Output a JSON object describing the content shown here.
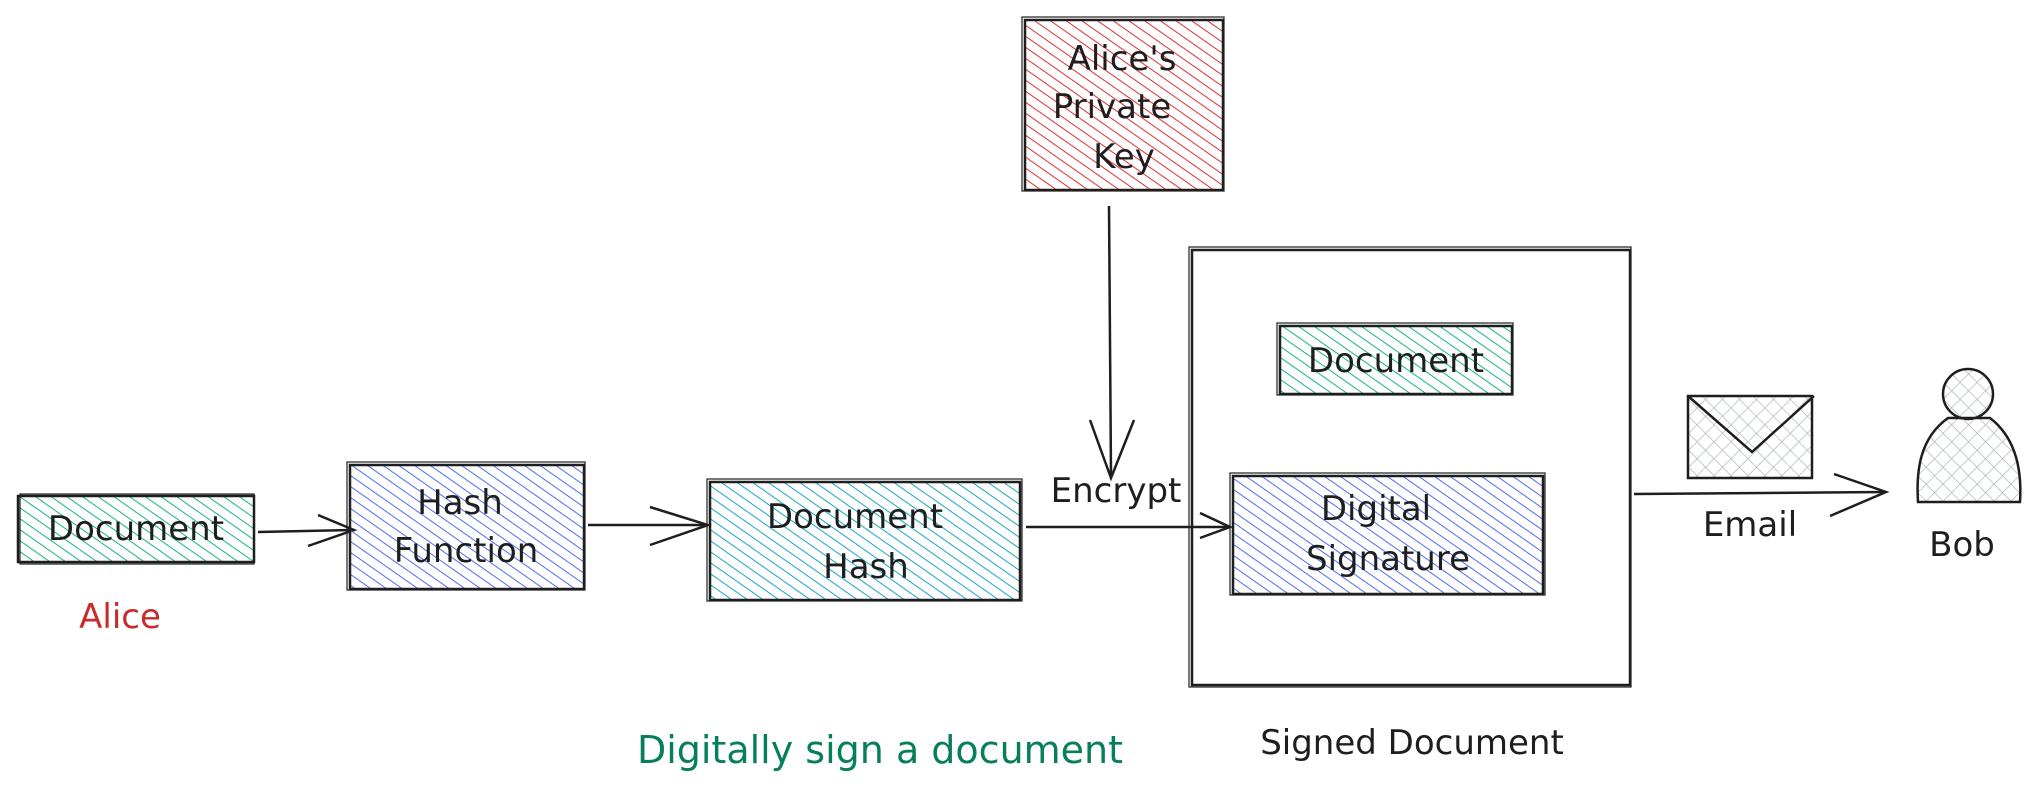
{
  "colors": {
    "ink": "#1e1e1e",
    "green_fill": "#12b886",
    "teal_fill": "#15aabf",
    "blue_fill": "#4c6ef5",
    "red_fill": "#e03131",
    "gray_fill": "#868e96",
    "alice_text": "#c92a2a",
    "caption_text": "#087f5b"
  },
  "icons": {
    "envelope": "envelope-icon",
    "person": "person-icon"
  },
  "nodes": {
    "document": {
      "label": "Document"
    },
    "alice": {
      "label": "Alice"
    },
    "hash_function": {
      "line1": "Hash",
      "line2": "Function"
    },
    "document_hash": {
      "line1": "Document",
      "line2": "Hash"
    },
    "private_key": {
      "line1": "Alice's",
      "line2": "Private",
      "line3": "Key"
    },
    "encrypt": {
      "label": "Encrypt"
    },
    "signed_document": {
      "caption": "Signed Document",
      "document": "Document",
      "signature_line1": "Digital",
      "signature_line2": "Signature"
    },
    "email": {
      "label": "Email"
    },
    "bob": {
      "label": "Bob"
    }
  },
  "caption": "Digitally sign a document"
}
